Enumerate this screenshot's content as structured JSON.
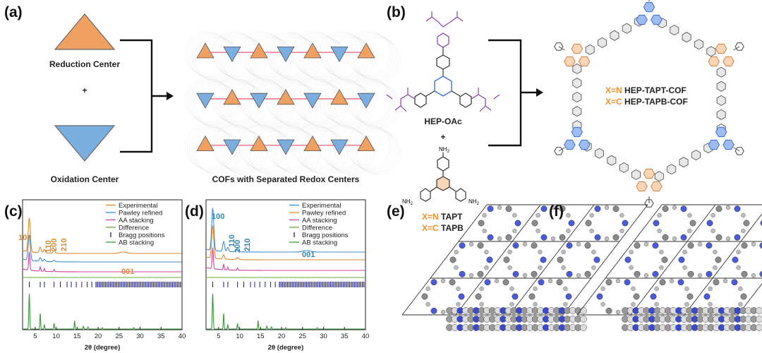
{
  "panel_a": {
    "label": "(a)",
    "reduction_label": "Reduction Center",
    "plus": "+",
    "oxidation_label": "Oxidation Center",
    "cof_caption": "COFs with Separated Redox Centers",
    "colors": {
      "reduction": "#f0a060",
      "oxidation": "#7aaee0",
      "link": "#e84060"
    }
  },
  "panel_b": {
    "label": "(b)",
    "monomer1": "HEP-OAc",
    "plus": "+",
    "monomer2_line1_x": "X=N",
    "monomer2_line1_name": "TAPT",
    "monomer2_line2_x": "X=C",
    "monomer2_line2_name": "TAPB",
    "nh2": "NH",
    "nh2_sub": "2",
    "cof1_x": "X=N",
    "cof1_name": "HEP-TAPT-COF",
    "cof2_x": "X=C",
    "cof2_name": "HEP-TAPB-COF",
    "colors": {
      "highlight": "#f0a060",
      "triazine": "#3a6fd8",
      "acetate": "#8a3fb0"
    }
  },
  "panel_c": {
    "label": "(c)",
    "legend": [
      "Experimental",
      "Pawley refined",
      "AA stacking",
      "Difference",
      "Bragg positions",
      "AB stacking"
    ],
    "peaks": [
      "100",
      "110",
      "200",
      "210",
      "001"
    ],
    "xlabel": "2θ (degree)",
    "xticks": [
      "5",
      "10",
      "15",
      "20",
      "25",
      "30",
      "35",
      "40"
    ],
    "colors": {
      "experimental": "#e08a2a",
      "pawley": "#3a8fd0",
      "aa": "#d040a0",
      "diff": "#6aaa3a",
      "bragg": "#1c1c7a",
      "ab": "#3a9a3a",
      "peak": "#e08a2a"
    }
  },
  "panel_d": {
    "label": "(d)",
    "legend": [
      "Experimental",
      "Pawley refined",
      "AA stacking",
      "Difference",
      "Bragg positions",
      "AB stacking"
    ],
    "peaks": [
      "100",
      "110",
      "200",
      "210",
      "001"
    ],
    "xlabel": "2θ (degree)",
    "xticks": [
      "5",
      "10",
      "15",
      "20",
      "25",
      "30",
      "35",
      "40"
    ],
    "colors": {
      "experimental": "#3a8fd0",
      "pawley": "#e08a2a",
      "aa": "#d040a0",
      "diff": "#6aaa3a",
      "bragg": "#1c1c7a",
      "ab": "#3a9a3a",
      "peak": "#2a8ab0"
    }
  },
  "panel_e": {
    "label": "(e)"
  },
  "panel_f": {
    "label": "(f)"
  }
}
